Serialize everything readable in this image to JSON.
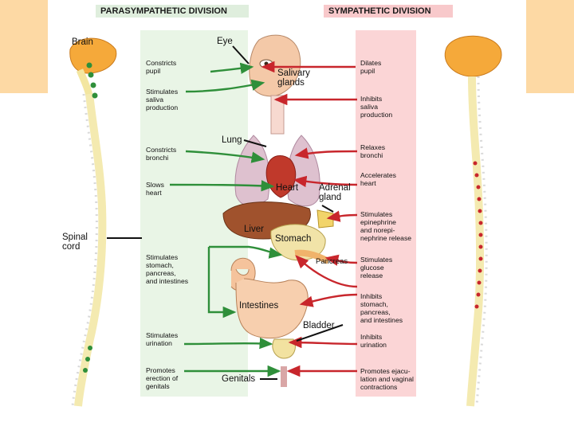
{
  "headers": {
    "para": "PARASYMPATHETIC DIVISION",
    "symp": "SYMPATHETIC DIVISION"
  },
  "organs": {
    "brain": "Brain",
    "eye": "Eye",
    "salivary": "Salivary\nglands",
    "lung": "Lung",
    "heart": "Heart",
    "adrenal": "Adrenal\ngland",
    "liver": "Liver",
    "stomach": "Stomach",
    "pancreas": "Pancreas",
    "intestines": "Intestines",
    "bladder": "Bladder",
    "genitals": "Genitals",
    "spinal": "Spinal\ncord"
  },
  "para_effects": {
    "e1": "Constricts\npupil",
    "e2": "Stimulates\nsaliva\nproduction",
    "e3": "Constricts\nbronchi",
    "e4": "Slows\nheart",
    "e5": "Stimulates\nstomach,\npancreas,\nand intestines",
    "e6": "Stimulates\nurination",
    "e7": "Promotes\nerection of\ngenitals"
  },
  "symp_effects": {
    "e1": "Dilates\npupil",
    "e2": "Inhibits\nsaliva\nproduction",
    "e3": "Relaxes\nbronchi",
    "e4": "Accelerates\nheart",
    "e5": "Stimulates\nepinephrine\nand norepi-\nnephrine release",
    "e6": "Stimulates\nglucose\nrelease",
    "e7": "Inhibits\nstomach,\npancreas,\nand intestines",
    "e8": "Inhibits\nurination",
    "e9": "Promotes ejacu-\nlation and vaginal\ncontractions"
  },
  "colors": {
    "para": "#2f8f3a",
    "symp": "#c8262c",
    "panel_para": "#e9f5e6",
    "panel_symp": "#fbd5d6",
    "accent_bg": "#fdd9a4"
  }
}
